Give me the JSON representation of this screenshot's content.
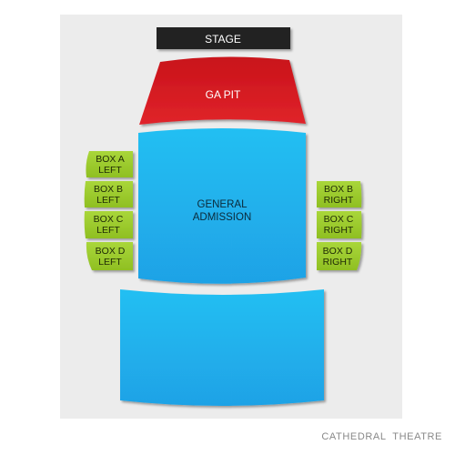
{
  "stage": {
    "label": "STAGE"
  },
  "sections": {
    "ga_pit": {
      "label": "GA PIT"
    },
    "general_admission": {
      "line1": "GENERAL",
      "line2": "ADMISSION"
    },
    "box_a_left": {
      "line1": "BOX A",
      "line2": "LEFT"
    },
    "box_b_left": {
      "line1": "BOX B",
      "line2": "LEFT"
    },
    "box_c_left": {
      "line1": "BOX C",
      "line2": "LEFT"
    },
    "box_d_left": {
      "line1": "BOX D",
      "line2": "LEFT"
    },
    "box_b_right": {
      "line1": "BOX B",
      "line2": "RIGHT"
    },
    "box_c_right": {
      "line1": "BOX C",
      "line2": "RIGHT"
    },
    "box_d_right": {
      "line1": "BOX D",
      "line2": "RIGHT"
    }
  },
  "venue_name": "CATHEDRAL  THEATRE",
  "colors": {
    "background_panel": "#ececec",
    "stage": "#222222",
    "ga_pit": "#d81a1f",
    "general_admission": "#29b5ef",
    "box": "#9ccc2a"
  }
}
